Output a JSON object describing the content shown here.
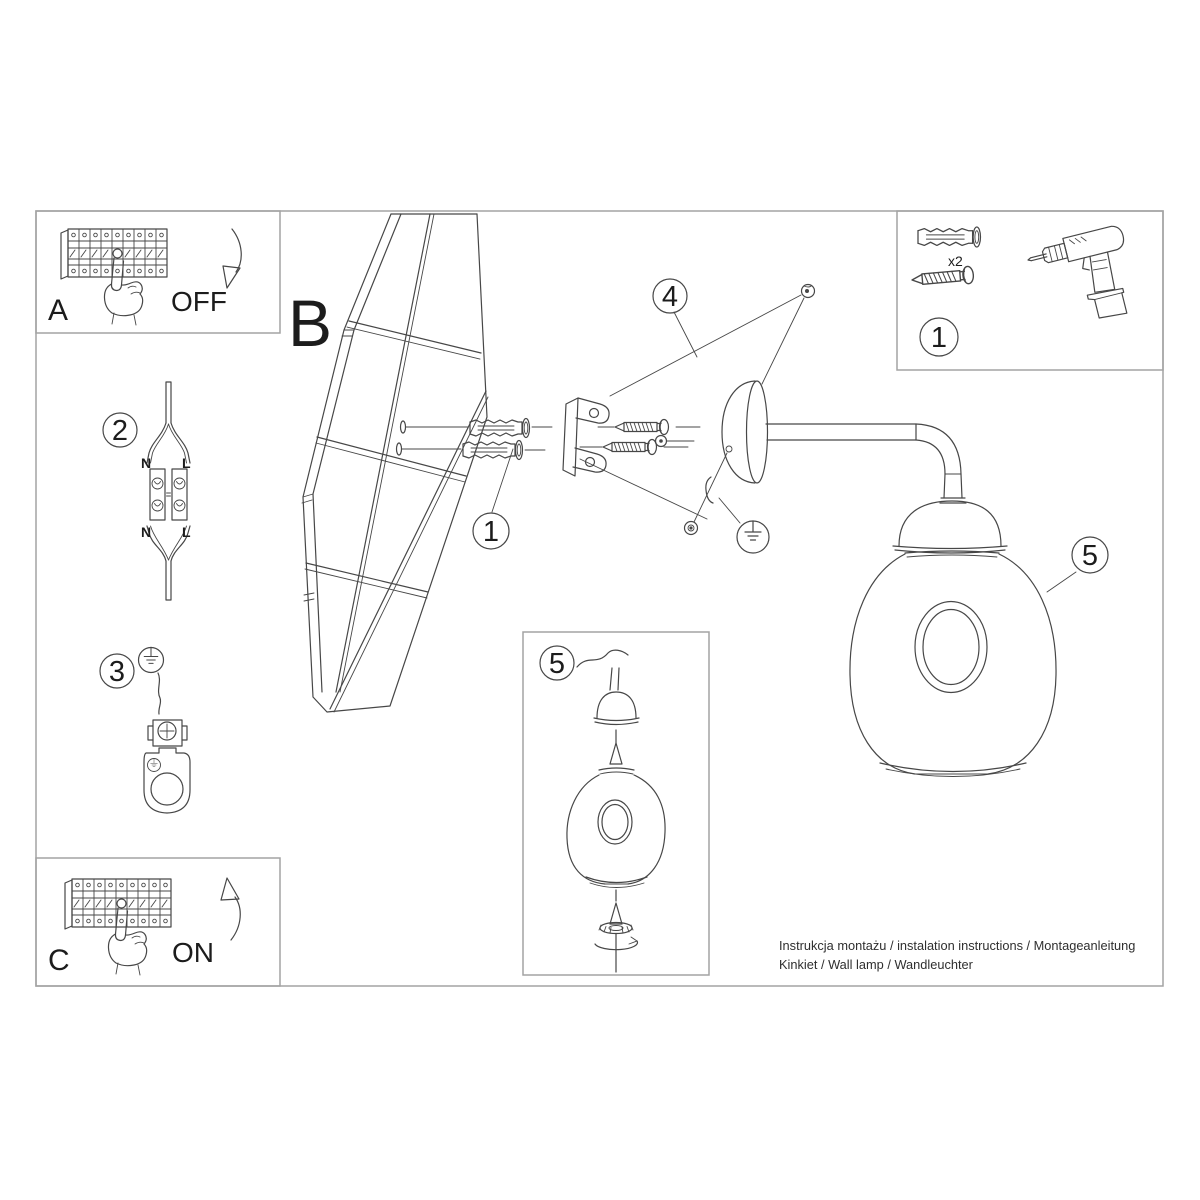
{
  "sheet": {
    "section_labels": {
      "a": "A",
      "b": "B",
      "c": "C"
    },
    "switch_labels": {
      "off": "OFF",
      "on": "ON"
    },
    "qty_label": "x2",
    "wire_labels": {
      "neutral": "N",
      "live": "L"
    },
    "callouts": {
      "n1": "1",
      "n2": "2",
      "n3": "3",
      "n4": "4",
      "n5": "5"
    },
    "footer": {
      "line1": "Instrukcja montażu / instalation instructions / Montageanleitung",
      "line2": "Kinkiet / Wall lamp / Wandleuchter"
    },
    "colors": {
      "line": "#474747",
      "border": "#a3a3a3",
      "text": "#1c1c1c"
    }
  }
}
